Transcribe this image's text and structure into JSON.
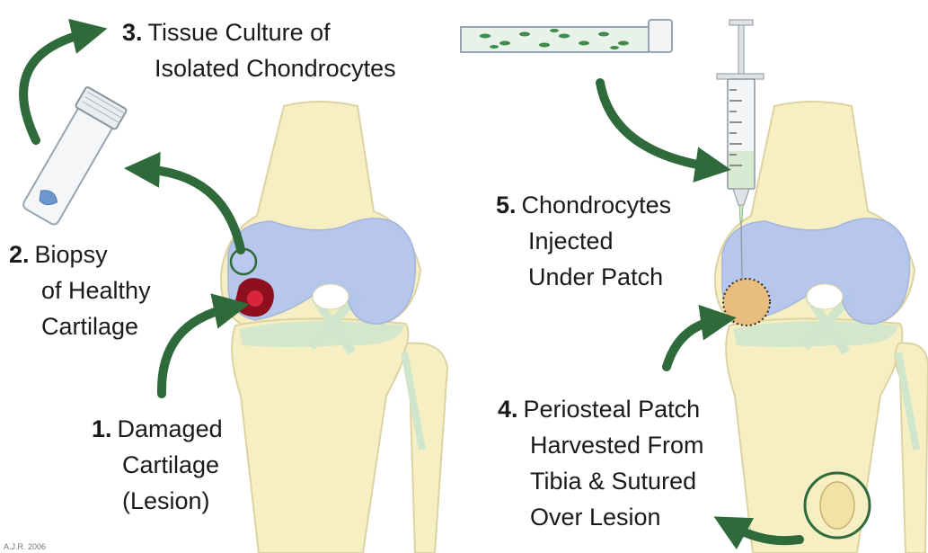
{
  "steps": {
    "s1": {
      "number": "1.",
      "line1": "Damaged",
      "line2": "Cartilage",
      "line3": "(Lesion)"
    },
    "s2": {
      "number": "2.",
      "line1": "Biopsy",
      "line2": "of Healthy",
      "line3": "Cartilage"
    },
    "s3": {
      "number": "3.",
      "line1": "Tissue Culture of",
      "line2": "Isolated Chondrocytes"
    },
    "s4": {
      "number": "4.",
      "line1": "Periosteal Patch",
      "line2": "Harvested From",
      "line3": "Tibia & Sutured",
      "line4": "Over Lesion"
    },
    "s5": {
      "number": "5.",
      "line1": "Chondrocytes",
      "line2": "Injected",
      "line3": "Under Patch"
    }
  },
  "credit": "A.J.R. 2006",
  "colors": {
    "arrow": "#2f6b3a",
    "bone": "#f7efc4",
    "bone_outline": "#ddd3a2",
    "cartilage": "#b2c3ef",
    "ligament": "#cfe6cc",
    "lesion": "#8e0f1e",
    "patch": "#e9bd7e"
  }
}
